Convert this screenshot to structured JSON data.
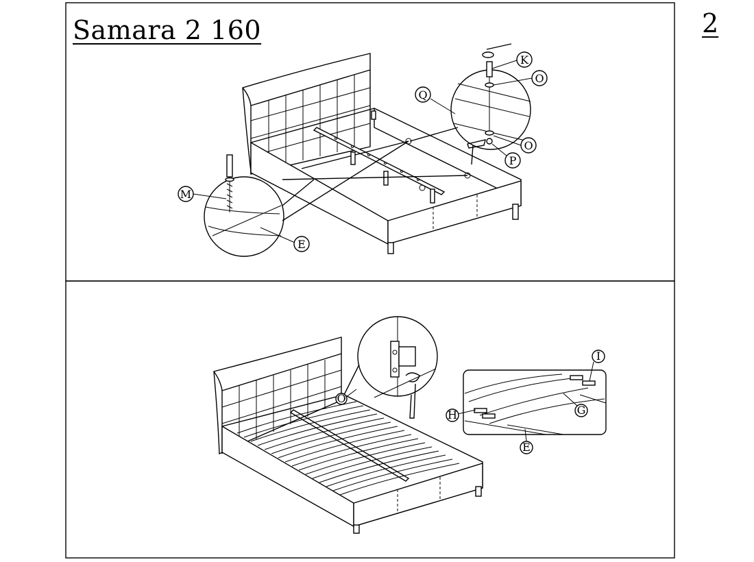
{
  "page": {
    "title": "Samara 2 160",
    "page_number": "2"
  },
  "panel_top": {
    "callouts": {
      "K": "K",
      "O1": "O",
      "Q": "Q",
      "O2": "O",
      "P": "P",
      "M": "M",
      "E": "E"
    }
  },
  "panel_bottom": {
    "callouts": {
      "O": "O",
      "I": "I",
      "H": "H",
      "G": "G",
      "E": "E"
    }
  }
}
